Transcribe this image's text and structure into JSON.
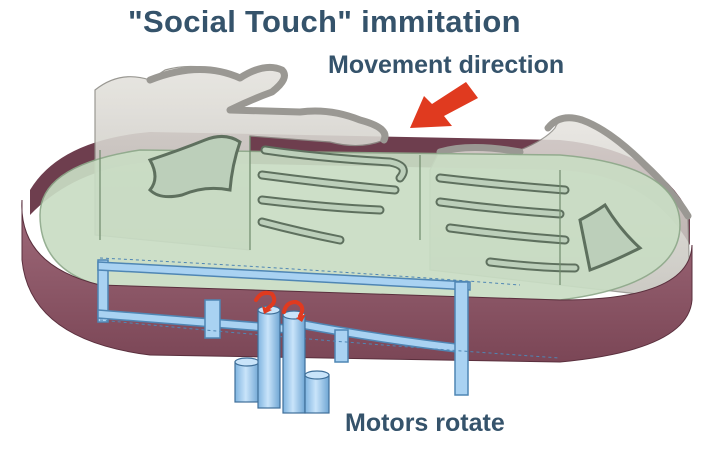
{
  "labels": {
    "title": "\"Social Touch\" immitation",
    "movement": "Movement direction",
    "motors": "Motors rotate"
  },
  "colors": {
    "label_text": "#35536b",
    "band": "#8f5868",
    "band_dark": "#6e3e4e",
    "base_tint": "#c9ddc4",
    "finger_fill": "#bccfba",
    "finger_stroke": "#5e705e",
    "hand_shell": "#d4d2cc",
    "mechanism": "#a9d2f2",
    "mechanism_stroke": "#4f86b4",
    "arrow": "#e03a1f"
  },
  "icons": {
    "movement": "arrow-down-left-icon",
    "rotation": "rotation-arrow-icon"
  }
}
